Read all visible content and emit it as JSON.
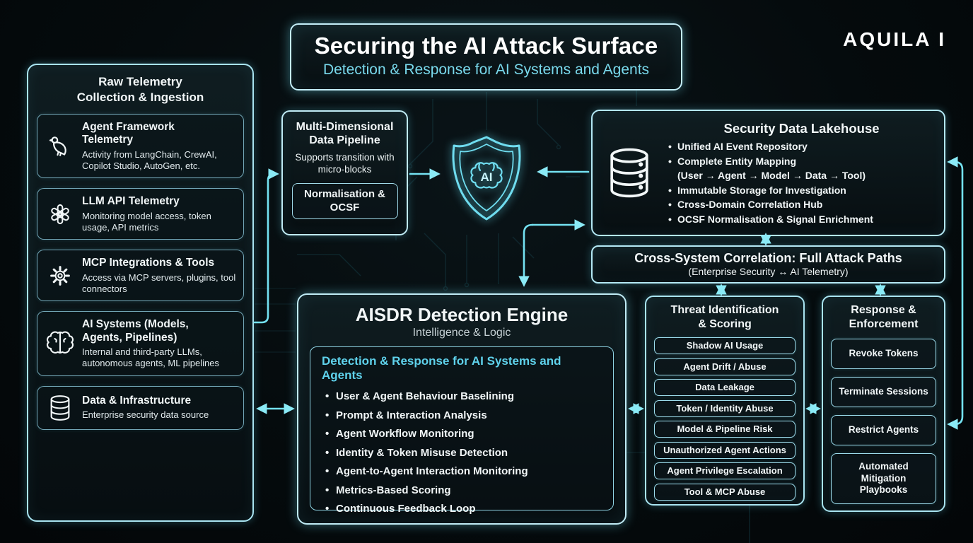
{
  "meta": {
    "logo": "AQUILA I"
  },
  "header": {
    "title": "Securing the AI Attack Surface",
    "subtitle": "Detection & Response for AI Systems and Agents"
  },
  "telemetry_panel": {
    "title": "Raw Telemetry Collection & Ingestion",
    "items": [
      {
        "icon": "falcon-icon",
        "title": "Agent Framework Telemetry",
        "description": "Activity from LangChain, CrewAI, Copilot Studio, AutoGen, etc."
      },
      {
        "icon": "openai-knot-icon",
        "title": "LLM API Telemetry",
        "description": "Monitoring model access, token usage, API metrics"
      },
      {
        "icon": "gear-icon",
        "title": "MCP Integrations & Tools",
        "description": "Access via MCP servers, plugins, tool connectors"
      },
      {
        "icon": "brain-icon",
        "title": "AI Systems (Models, Agents, Pipelines)",
        "description": "Internal and third-party LLMs, autonomous agents, ML pipelines"
      },
      {
        "icon": "database-icon",
        "title": "Data & Infrastructure",
        "description": "Enterprise security data source"
      }
    ]
  },
  "pipeline": {
    "title": "Multi-Dimensional Data Pipeline",
    "subtitle": "Supports transition with micro-blocks",
    "badge": "Normalisation & OCSF"
  },
  "shield": {
    "icon": "shield-brain-icon",
    "label": "AI"
  },
  "lakehouse": {
    "icon": "database-icon",
    "title": "Security Data Lakehouse",
    "bullets": [
      {
        "text": "Unified AI Event Repository"
      },
      {
        "text": "Complete Entity Mapping",
        "sub": "(User → Agent → Model → Data → Tool)"
      },
      {
        "text": "Immutable Storage for Investigation"
      },
      {
        "text": "Cross-Domain Correlation Hub"
      },
      {
        "text": "OCSF Normalisation & Signal Enrichment"
      }
    ]
  },
  "correlation": {
    "title": "Cross-System Correlation: Full Attack Paths",
    "subtitle": "(Enterprise Security ↔ AI Telemetry)"
  },
  "engine": {
    "title": "AISDR Detection Engine",
    "subtitle": "Intelligence & Logic",
    "panel_title": "Detection & Response for AI Systems and Agents",
    "bullets": [
      "User & Agent Behaviour Baselining",
      "Prompt & Interaction Analysis",
      "Agent Workflow Monitoring",
      "Identity & Token Misuse Detection",
      "Agent-to-Agent Interaction Monitoring",
      "Metrics-Based Scoring",
      "Continuous Feedback Loop"
    ]
  },
  "threats": {
    "title": "Threat Identification & Scoring",
    "items": [
      "Shadow AI Usage",
      "Agent Drift / Abuse",
      "Data Leakage",
      "Token / Identity Abuse",
      "Model & Pipeline Risk",
      "Unauthorized Agent Actions",
      "Agent Privilege Escalation",
      "Tool & MCP Abuse"
    ]
  },
  "response": {
    "title": "Response & Enforcement",
    "actions": [
      "Revoke Tokens",
      "Terminate Sessions",
      "Restrict Agents",
      "Automated Mitigation Playbooks"
    ]
  },
  "colors": {
    "accent_cyan": "#74dcef",
    "border_cyan": "#aee7f3",
    "text_white": "#f2f7f8",
    "background": "#050a0c"
  }
}
